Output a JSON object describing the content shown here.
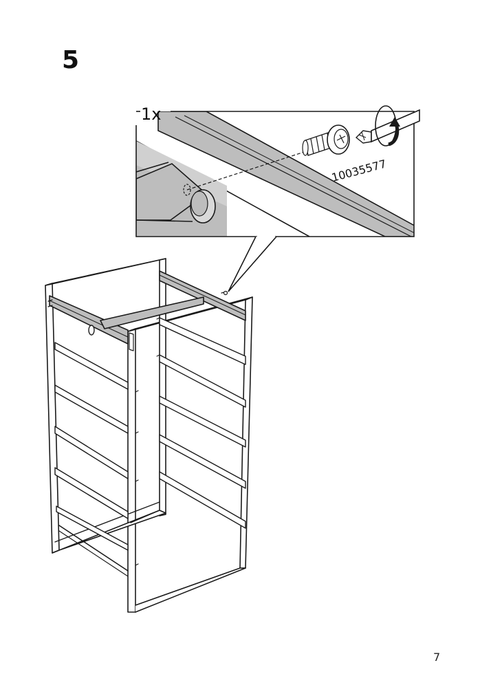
{
  "step": {
    "number": "5"
  },
  "detail": {
    "quantity": "1x",
    "part_number": "10035577",
    "icons": [
      "screw-icon",
      "screwdriver-icon",
      "rotate-clockwise-icon"
    ]
  },
  "page": {
    "number": "7"
  },
  "colors": {
    "line": "#1a1a1a",
    "rail_fill": "#bdbdbd",
    "rail_fill_light": "#d6d6d6",
    "background": "#ffffff"
  }
}
